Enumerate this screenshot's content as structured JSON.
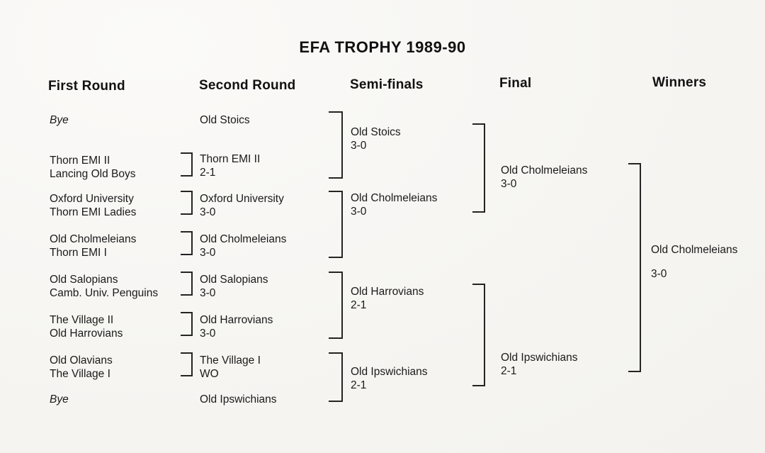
{
  "document": {
    "title": "EFA TROPHY 1989-90",
    "background_color": "#f7f6f3",
    "text_color": "#151515"
  },
  "columns": [
    {
      "id": "first-round",
      "label": "First Round"
    },
    {
      "id": "second-round",
      "label": "Second Round"
    },
    {
      "id": "semi-finals",
      "label": "Semi-finals"
    },
    {
      "id": "final",
      "label": "Final"
    },
    {
      "id": "winners",
      "label": "Winners"
    }
  ],
  "first_round": [
    {
      "team1": "Bye",
      "team2": "",
      "bye": true
    },
    {
      "team1": "Thorn EMI II",
      "team2": "Lancing Old Boys",
      "bye": false
    },
    {
      "team1": "Oxford University",
      "team2": "Thorn EMI Ladies",
      "bye": false
    },
    {
      "team1": "Old Cholmeleians",
      "team2": "Thorn EMI I",
      "bye": false
    },
    {
      "team1": "Old Salopians",
      "team2": "Camb. Univ. Penguins",
      "bye": false
    },
    {
      "team1": "The Village II",
      "team2": "Old Harrovians",
      "bye": false
    },
    {
      "team1": "Old Olavians",
      "team2": "The Village I",
      "bye": false
    },
    {
      "team1": "Bye",
      "team2": "",
      "bye": true
    }
  ],
  "second_round": [
    {
      "team": "Old Stoics",
      "score": ""
    },
    {
      "team": "Thorn EMI II",
      "score": "2-1"
    },
    {
      "team": "Oxford University",
      "score": "3-0"
    },
    {
      "team": "Old Cholmeleians",
      "score": "3-0"
    },
    {
      "team": "Old Salopians",
      "score": "3-0"
    },
    {
      "team": "Old Harrovians",
      "score": "3-0"
    },
    {
      "team": "The Village I",
      "score": "WO"
    },
    {
      "team": "Old Ipswichians",
      "score": ""
    }
  ],
  "semi_finals": [
    {
      "team": "Old Stoics",
      "score": "3-0"
    },
    {
      "team": "Old Cholmeleians",
      "score": "3-0"
    },
    {
      "team": "Old Harrovians",
      "score": "2-1"
    },
    {
      "team": "Old Ipswichians",
      "score": "2-1"
    }
  ],
  "final": [
    {
      "team": "Old Cholmeleians",
      "score": "3-0"
    },
    {
      "team": "Old Ipswichians",
      "score": "2-1"
    }
  ],
  "winners": [
    {
      "team": "Old Cholmeleians",
      "score": "3-0"
    }
  ]
}
